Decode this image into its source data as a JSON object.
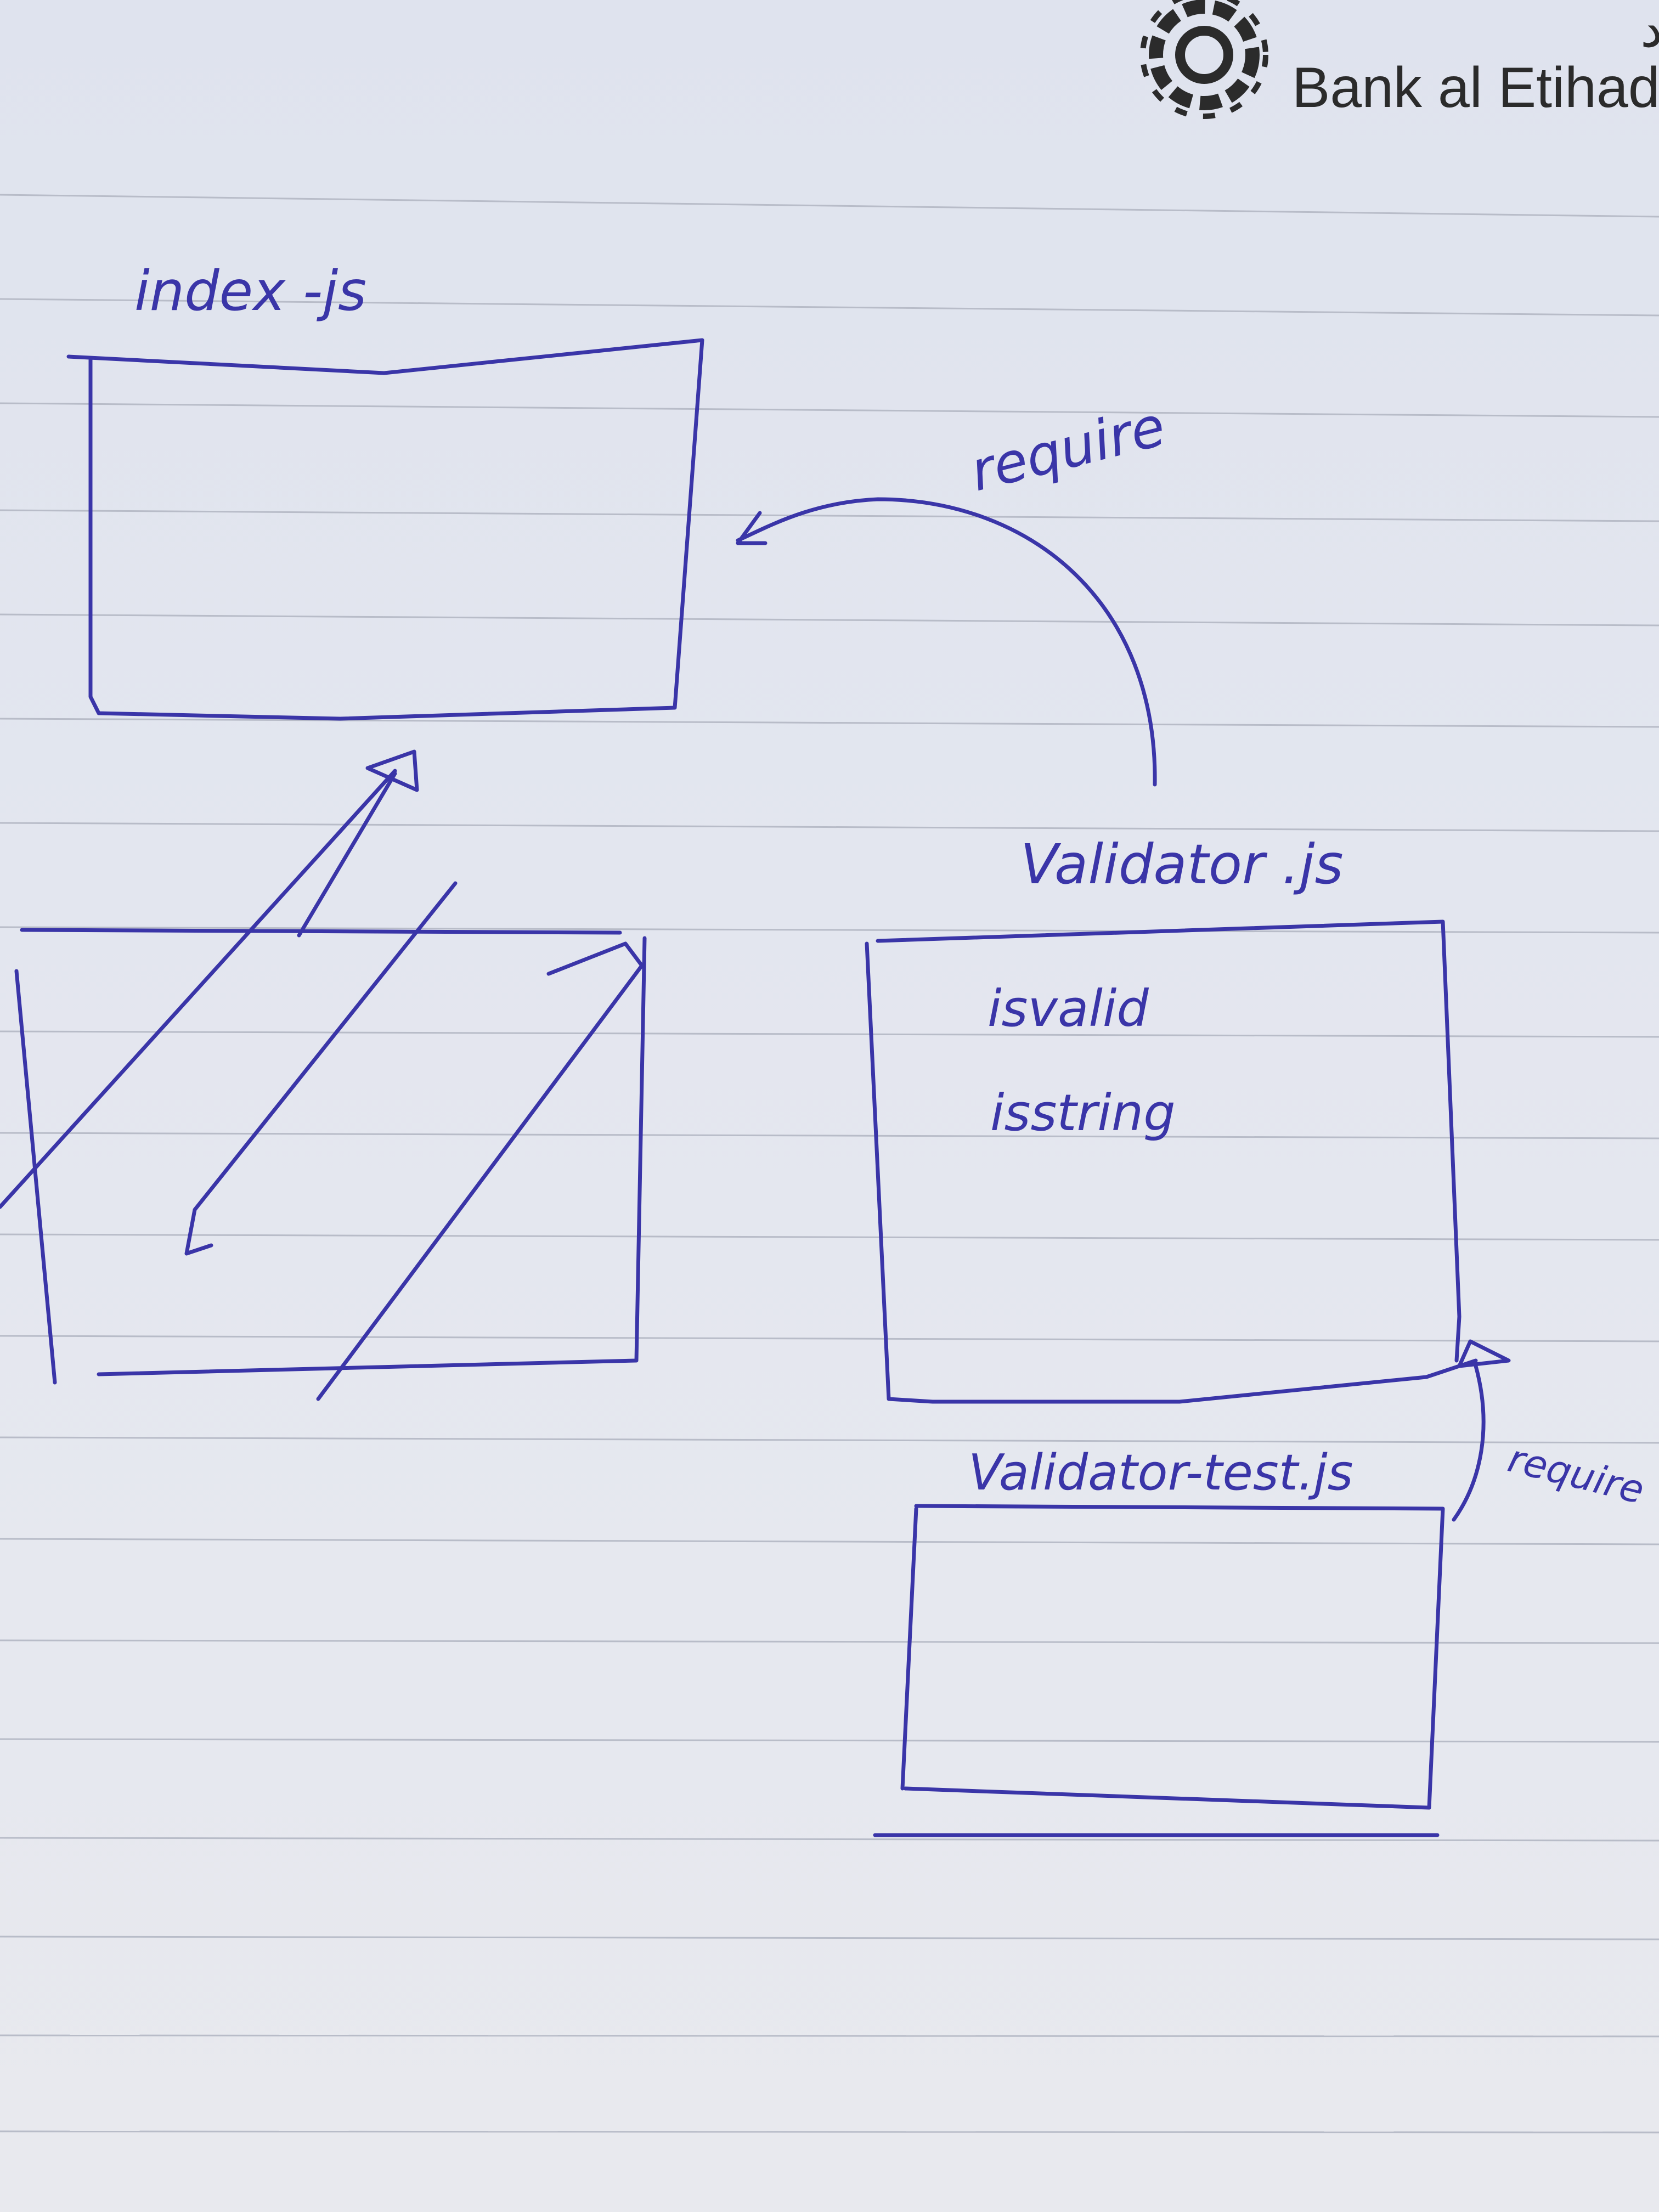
{
  "brand": {
    "name_en": "Bank al Etihad",
    "name_ar": "بنك الاتحاد"
  },
  "diagram": {
    "nodes": [
      {
        "id": "index",
        "label": "index -js",
        "contents": []
      },
      {
        "id": "unnamed",
        "label": "",
        "contents": []
      },
      {
        "id": "validator",
        "label": "Validator .js",
        "contents": [
          "isvalid",
          "isstring"
        ]
      },
      {
        "id": "validator_test",
        "label": "Validator-test.js",
        "contents": []
      }
    ],
    "edges": [
      {
        "from": "validator",
        "to": "index",
        "label": "require"
      },
      {
        "from": "unnamed",
        "to": "index",
        "label": ""
      },
      {
        "from": "validator_test",
        "to": "validator",
        "label": "require"
      }
    ]
  },
  "colors": {
    "ink": "#3a35a8",
    "paper": "#e1e4ee",
    "rule": "#b8bcc8"
  }
}
